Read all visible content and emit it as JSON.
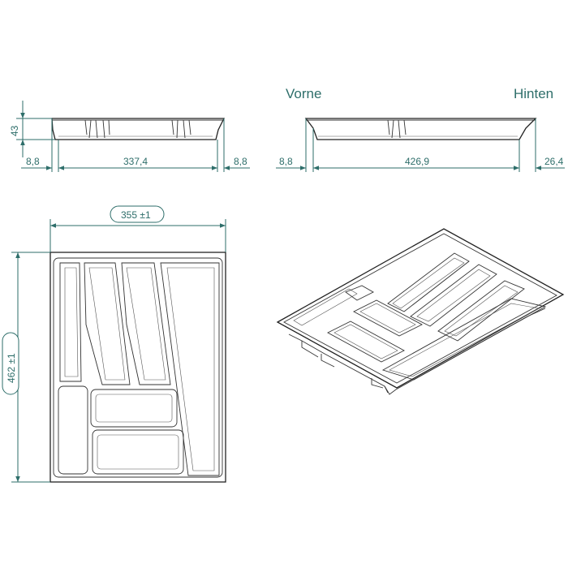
{
  "labels": {
    "front": "Vorne",
    "back": "Hinten"
  },
  "dimensions": {
    "height": "43",
    "front_left_gap": "8,8",
    "front_width": "337,4",
    "front_right_gap": "8,8",
    "side_left_gap": "8,8",
    "side_length": "426,9",
    "side_right_gap": "26,4",
    "top_width": "355 ±1",
    "top_depth": "462 ±1"
  },
  "colors": {
    "dimension": "#2e6e6a",
    "outline": "#222222"
  }
}
